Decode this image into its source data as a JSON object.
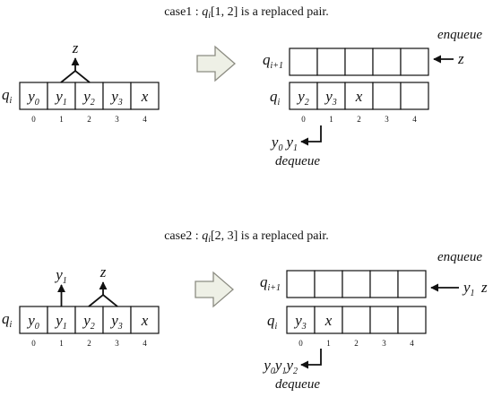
{
  "colors": {
    "ink": "#111111",
    "arrow_fill": "#eef0e6",
    "arrow_stroke": "#8c8c82"
  },
  "panels": [
    {
      "caption": {
        "prefix": "case1 : ",
        "q": "q",
        "qsub": "i",
        "suffix": "[1,  2] is a replaced pair."
      },
      "row": {
        "q": "q",
        "qsub": "i",
        "items": [
          [
            "y",
            "0"
          ],
          [
            "y",
            "1"
          ],
          [
            "y",
            "2"
          ],
          [
            "y",
            "3"
          ],
          [
            "x",
            ""
          ]
        ],
        "indices": [
          "0",
          "1",
          "2",
          "3",
          "4"
        ]
      },
      "above": [
        {
          "sym": "z",
          "between": [
            1,
            2
          ]
        }
      ],
      "top_queue": {
        "q": "q",
        "qsub": "i+1",
        "items": [],
        "label": "enqueue",
        "incoming": [
          [
            "z",
            ""
          ]
        ]
      },
      "bottom_queue": {
        "q": "q",
        "qsub": "i",
        "items": [
          [
            "y",
            "2"
          ],
          [
            "y",
            "3"
          ],
          [
            "x",
            ""
          ]
        ],
        "indices": [
          "0",
          "1",
          "2",
          "3",
          "4"
        ],
        "label": "dequeue",
        "outgoing": [
          [
            "y",
            "0"
          ],
          [
            "y",
            "1"
          ]
        ]
      }
    },
    {
      "caption": {
        "prefix": "case2 : ",
        "q": "q",
        "qsub": "i",
        "suffix": "[2,  3] is a replaced pair."
      },
      "row": {
        "q": "q",
        "qsub": "i",
        "items": [
          [
            "y",
            "0"
          ],
          [
            "y",
            "1"
          ],
          [
            "y",
            "2"
          ],
          [
            "y",
            "3"
          ],
          [
            "x",
            ""
          ]
        ],
        "indices": [
          "0",
          "1",
          "2",
          "3",
          "4"
        ]
      },
      "above": [
        {
          "sym": "y",
          "sub": "1",
          "over": 1
        },
        {
          "sym": "z",
          "between": [
            2,
            3
          ]
        }
      ],
      "top_queue": {
        "q": "q",
        "qsub": "i+1",
        "items": [],
        "label": "enqueue",
        "incoming": [
          [
            "y",
            "1"
          ],
          [
            "z",
            ""
          ]
        ]
      },
      "bottom_queue": {
        "q": "q",
        "qsub": "i",
        "items": [
          [
            "y",
            "3"
          ],
          [
            "x",
            ""
          ]
        ],
        "indices": [
          "0",
          "1",
          "2",
          "3",
          "4"
        ],
        "label": "dequeue",
        "outgoing": [
          [
            "y",
            "0"
          ],
          [
            "y",
            "1"
          ],
          [
            "y",
            "2"
          ]
        ]
      }
    }
  ]
}
